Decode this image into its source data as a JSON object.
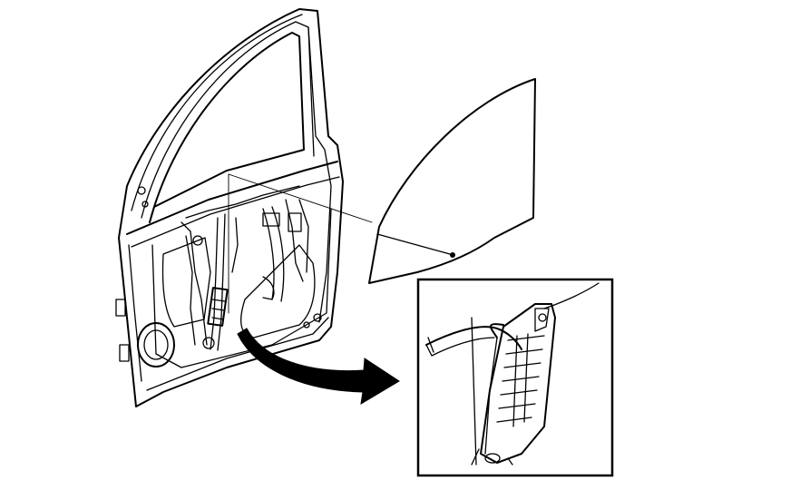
{
  "diagram": {
    "labels": [],
    "colors": {
      "line": "#000000",
      "background": "#ffffff",
      "arrow_fill": "#000000"
    },
    "components": {
      "door": "door-frame-drawing",
      "glass": "window-glass-drawing",
      "inset": "regulator-clip-detail-inset",
      "arrow": "curved-arrow-to-detail"
    }
  }
}
